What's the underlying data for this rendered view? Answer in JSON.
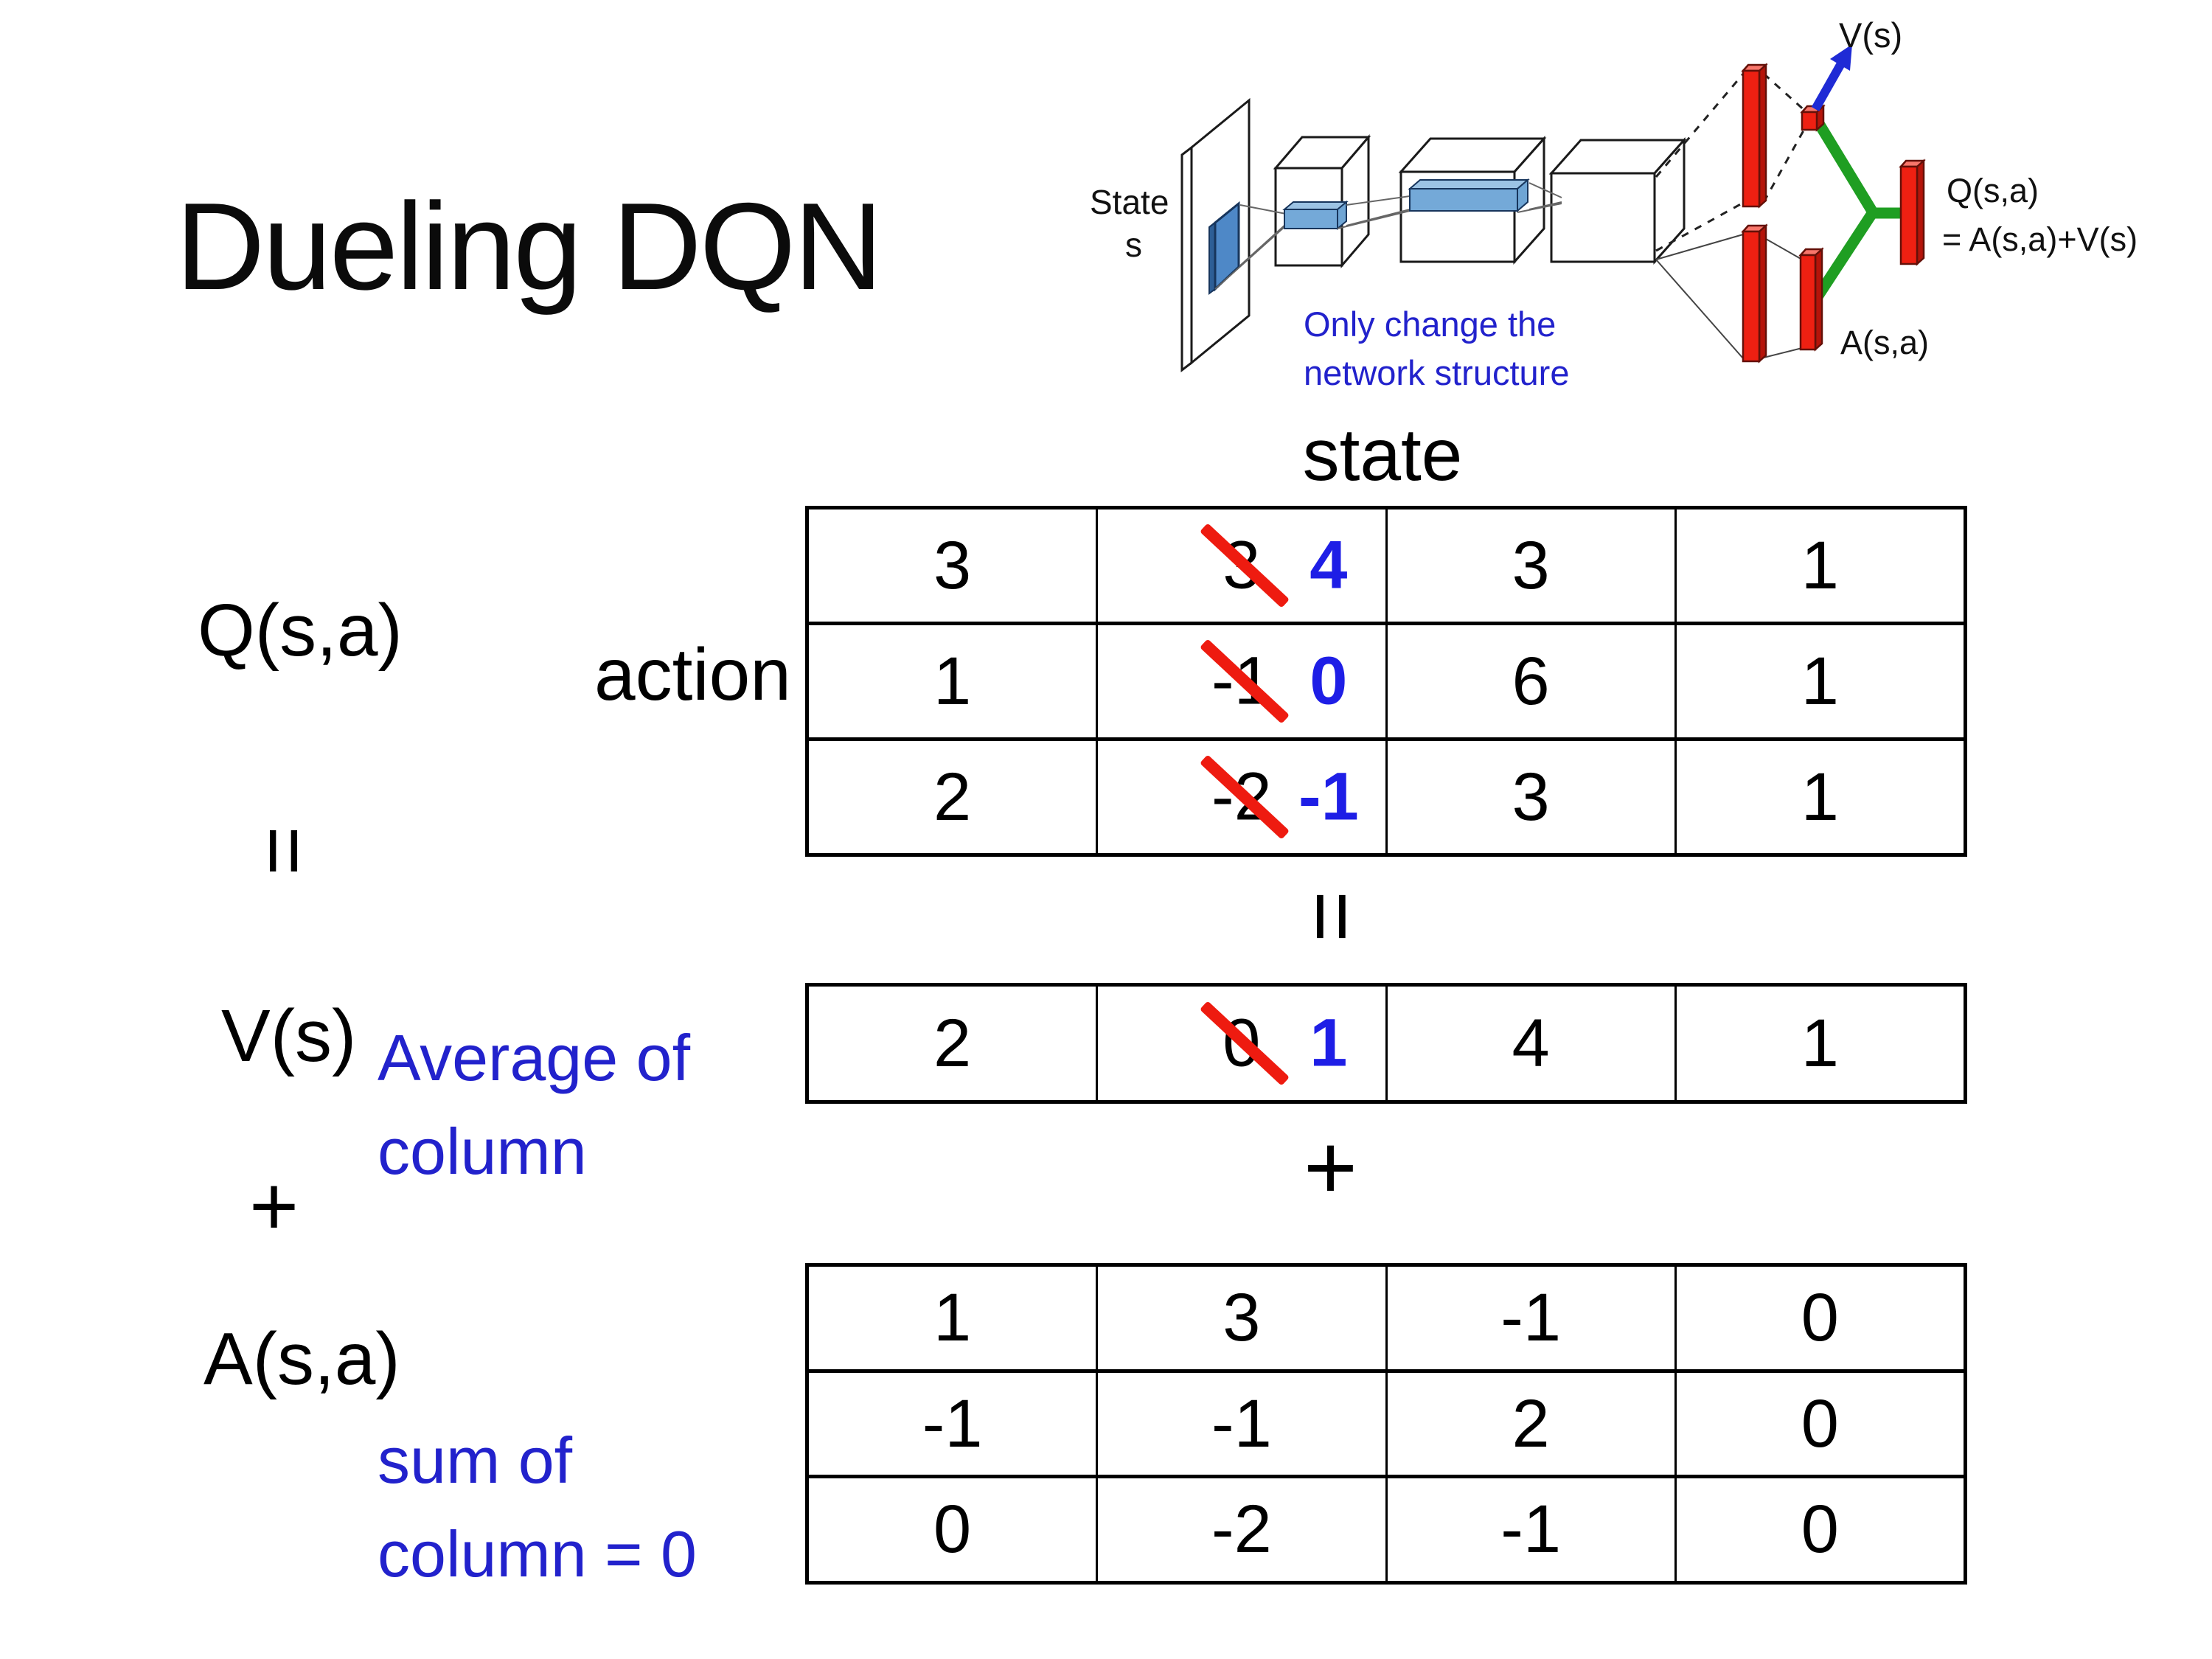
{
  "title": "Dueling DQN",
  "colors": {
    "annotation_blue": "#2222cc",
    "value_blue": "#1e1ee6",
    "strike_red": "#ee1b10",
    "bar_red": "#ee2012",
    "connector_green": "#1f9e22",
    "arrow_blue": "#1f2bd5",
    "filter_blue": "#74a9d8"
  },
  "diagram": {
    "state_label_line1": "State",
    "state_label_line2": "s",
    "note_line1": "Only change the",
    "note_line2": "network structure",
    "v_output_label": "V(s)",
    "q_output_label_line1": "Q(s,a)",
    "q_output_label_line2": "= A(s,a)+V(s)",
    "a_output_label": "A(s,a)"
  },
  "equation": {
    "q_label": "Q(s,a)",
    "equals_rotated": "=",
    "v_label": "V(s)",
    "plus": "+",
    "a_label": "A(s,a)",
    "axis_action": "action",
    "axis_state": "state",
    "mid_equals_rotated": "=",
    "mid_plus": "+"
  },
  "annotations": {
    "average_line1": "Average of",
    "average_line2": "column",
    "sum_line1": "sum of",
    "sum_line2": "column = 0"
  },
  "q_table": {
    "rows": [
      {
        "c0": "3",
        "old": "3",
        "new": "4",
        "c2": "3",
        "c3": "1"
      },
      {
        "c0": "1",
        "old": "-1",
        "new": "0",
        "c2": "6",
        "c3": "1"
      },
      {
        "c0": "2",
        "old": "-2",
        "new": "-1",
        "c2": "3",
        "c3": "1"
      }
    ]
  },
  "v_row": {
    "c0": "2",
    "old": "0",
    "new": "1",
    "c2": "4",
    "c3": "1"
  },
  "a_table": {
    "rows": [
      {
        "c0": "1",
        "c1": "3",
        "c2": "-1",
        "c3": "0"
      },
      {
        "c0": "-1",
        "c1": "-1",
        "c2": "2",
        "c3": "0"
      },
      {
        "c0": "0",
        "c1": "-2",
        "c2": "-1",
        "c3": "0"
      }
    ]
  }
}
